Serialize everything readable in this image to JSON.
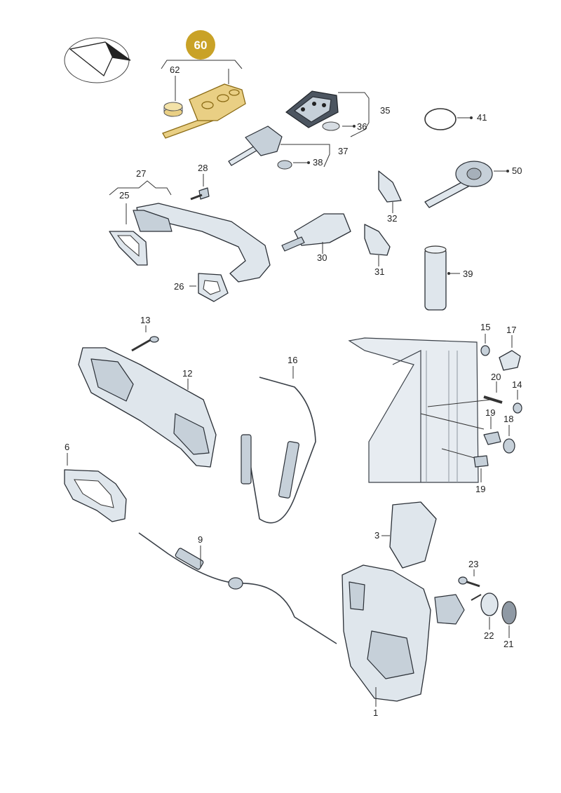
{
  "callouts": [
    {
      "id": "c1",
      "text": "1"
    },
    {
      "id": "c3",
      "text": "3"
    },
    {
      "id": "c6",
      "text": "6"
    },
    {
      "id": "c9",
      "text": "9"
    },
    {
      "id": "c12",
      "text": "12"
    },
    {
      "id": "c13",
      "text": "13"
    },
    {
      "id": "c14",
      "text": "14"
    },
    {
      "id": "c15",
      "text": "15"
    },
    {
      "id": "c16",
      "text": "16"
    },
    {
      "id": "c17",
      "text": "17"
    },
    {
      "id": "c18",
      "text": "18"
    },
    {
      "id": "c19a",
      "text": "19"
    },
    {
      "id": "c19b",
      "text": "19"
    },
    {
      "id": "c20",
      "text": "20"
    },
    {
      "id": "c21",
      "text": "21"
    },
    {
      "id": "c22",
      "text": "22"
    },
    {
      "id": "c23",
      "text": "23"
    },
    {
      "id": "c25",
      "text": "25"
    },
    {
      "id": "c26",
      "text": "26"
    },
    {
      "id": "c27",
      "text": "27"
    },
    {
      "id": "c28",
      "text": "28"
    },
    {
      "id": "c30",
      "text": "30"
    },
    {
      "id": "c31",
      "text": "31"
    },
    {
      "id": "c32",
      "text": "32"
    },
    {
      "id": "c35",
      "text": "35"
    },
    {
      "id": "c36",
      "text": "36"
    },
    {
      "id": "c37",
      "text": "37"
    },
    {
      "id": "c38",
      "text": "38"
    },
    {
      "id": "c39",
      "text": "39"
    },
    {
      "id": "c41",
      "text": "41"
    },
    {
      "id": "c50",
      "text": "50"
    },
    {
      "id": "c62",
      "text": "62"
    }
  ],
  "highlight_badge": {
    "text": "60",
    "color": "#c9a227"
  },
  "accent_colors": {
    "highlight_part": "#e9cf84",
    "part_fill": "#dfe6ec"
  },
  "icons": {
    "logo": "direction-arrow-logo-icon"
  }
}
